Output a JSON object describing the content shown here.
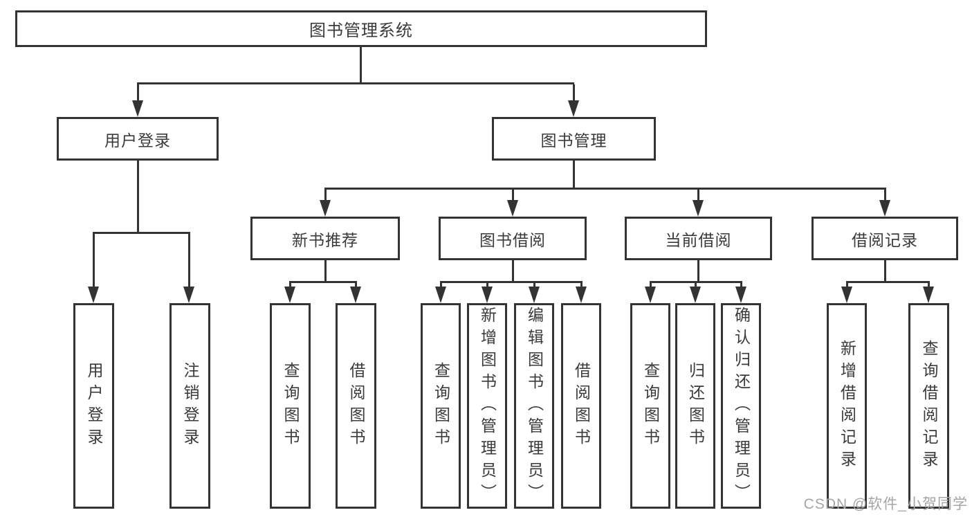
{
  "diagram": {
    "title": "图书管理系统",
    "branches": [
      {
        "label": "用户登录",
        "children": [
          {
            "label": "用户登录"
          },
          {
            "label": "注销登录"
          }
        ]
      },
      {
        "label": "图书管理",
        "children": [
          {
            "label": "新书推荐",
            "children": [
              {
                "label": "查询图书"
              },
              {
                "label": "借阅图书"
              }
            ]
          },
          {
            "label": "图书借阅",
            "children": [
              {
                "label": "查询图书"
              },
              {
                "label": "新增图书（管理员）"
              },
              {
                "label": "编辑图书（管理员）"
              },
              {
                "label": "借阅图书"
              }
            ]
          },
          {
            "label": "当前借阅",
            "children": [
              {
                "label": "查询图书"
              },
              {
                "label": "归还图书"
              },
              {
                "label": "确认归还（管理员）"
              }
            ]
          },
          {
            "label": "借阅记录",
            "children": [
              {
                "label": "新增借阅记录"
              },
              {
                "label": "查询借阅记录"
              }
            ]
          }
        ]
      }
    ]
  },
  "watermark": {
    "text": "CSDN @软件_小贺同学"
  },
  "colors": {
    "line": "#333333",
    "text": "#3a3a3a",
    "background": "#ffffff",
    "watermark": "#a5a5a5"
  }
}
